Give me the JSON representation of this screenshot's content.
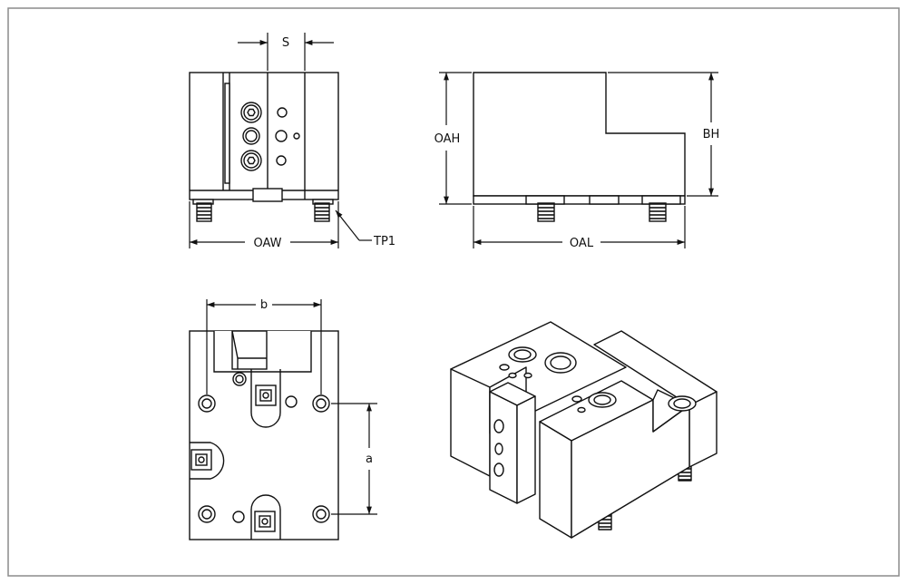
{
  "labels": {
    "s": "S",
    "oaw": "OAW",
    "tp1": "TP1",
    "oah": "OAH",
    "bh": "BH",
    "oal": "OAL",
    "b": "b",
    "a": "a"
  },
  "colors": {
    "frame": "#8c8c8c",
    "line": "#111111",
    "background": "#ffffff"
  }
}
